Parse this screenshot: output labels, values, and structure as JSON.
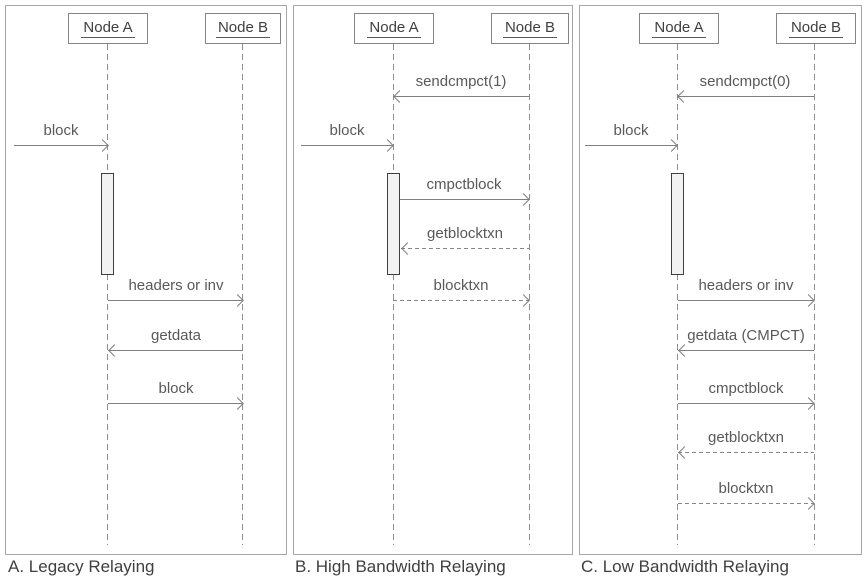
{
  "diagram": {
    "panels": [
      {
        "id": "A",
        "caption": "A. Legacy Relaying",
        "node_a": "Node A",
        "node_b": "Node B",
        "messages": [
          {
            "label": "block",
            "from": "external",
            "to": "Node A",
            "style": "solid"
          },
          {
            "label": "headers or inv",
            "from": "Node A",
            "to": "Node B",
            "style": "solid"
          },
          {
            "label": "getdata",
            "from": "Node B",
            "to": "Node A",
            "style": "solid"
          },
          {
            "label": "block",
            "from": "Node A",
            "to": "Node B",
            "style": "solid"
          }
        ]
      },
      {
        "id": "B",
        "caption": "B. High Bandwidth Relaying",
        "node_a": "Node A",
        "node_b": "Node B",
        "messages": [
          {
            "label": "sendcmpct(1)",
            "from": "Node B",
            "to": "Node A",
            "style": "solid"
          },
          {
            "label": "block",
            "from": "external",
            "to": "Node A",
            "style": "solid"
          },
          {
            "label": "cmpctblock",
            "from": "Node A",
            "to": "Node B",
            "style": "solid"
          },
          {
            "label": "getblocktxn",
            "from": "Node B",
            "to": "Node A",
            "style": "dashed"
          },
          {
            "label": "blocktxn",
            "from": "Node A",
            "to": "Node B",
            "style": "dashed"
          }
        ]
      },
      {
        "id": "C",
        "caption": "C. Low Bandwidth Relaying",
        "node_a": "Node A",
        "node_b": "Node B",
        "messages": [
          {
            "label": "sendcmpct(0)",
            "from": "Node B",
            "to": "Node A",
            "style": "solid"
          },
          {
            "label": "block",
            "from": "external",
            "to": "Node A",
            "style": "solid"
          },
          {
            "label": "headers or inv",
            "from": "Node A",
            "to": "Node B",
            "style": "solid"
          },
          {
            "label": "getdata (CMPCT)",
            "from": "Node B",
            "to": "Node A",
            "style": "solid"
          },
          {
            "label": "cmpctblock",
            "from": "Node A",
            "to": "Node B",
            "style": "solid"
          },
          {
            "label": "getblocktxn",
            "from": "Node B",
            "to": "Node A",
            "style": "dashed"
          },
          {
            "label": "blocktxn",
            "from": "Node A",
            "to": "Node B",
            "style": "dashed"
          }
        ]
      }
    ],
    "colors": {
      "background": "#ffffff",
      "panel_border": "#a6a6a6",
      "node_border": "#848484",
      "node_text": "#404040",
      "lifeline": "#8f8f8f",
      "arrow": "#7f7f7f",
      "label_text": "#595959",
      "caption_text": "#3f3f3f",
      "activation_fill": "#f2f2f2",
      "activation_border": "#3f3f3f"
    }
  }
}
